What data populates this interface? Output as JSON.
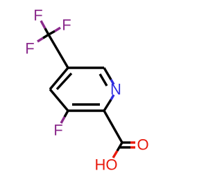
{
  "molecule": {
    "atoms": [
      {
        "id": "F1",
        "symbol": "F",
        "color": "#8b2b8c"
      },
      {
        "id": "F2",
        "symbol": "F",
        "color": "#8b2b8c"
      },
      {
        "id": "F3",
        "symbol": "F",
        "color": "#8b2b8c"
      },
      {
        "id": "N",
        "symbol": "N",
        "color": "#2f2ce0"
      },
      {
        "id": "F4",
        "symbol": "F",
        "color": "#8b2b8c"
      },
      {
        "id": "O1",
        "symbol": "O",
        "color": "#e8190c"
      },
      {
        "id": "OH",
        "symbol": "HO",
        "color": "#e8190c"
      }
    ],
    "colors": {
      "carbon_bond": "#000000",
      "fluorine": "#8b2b8c",
      "nitrogen": "#2f2ce0",
      "oxygen": "#e8190c"
    }
  }
}
